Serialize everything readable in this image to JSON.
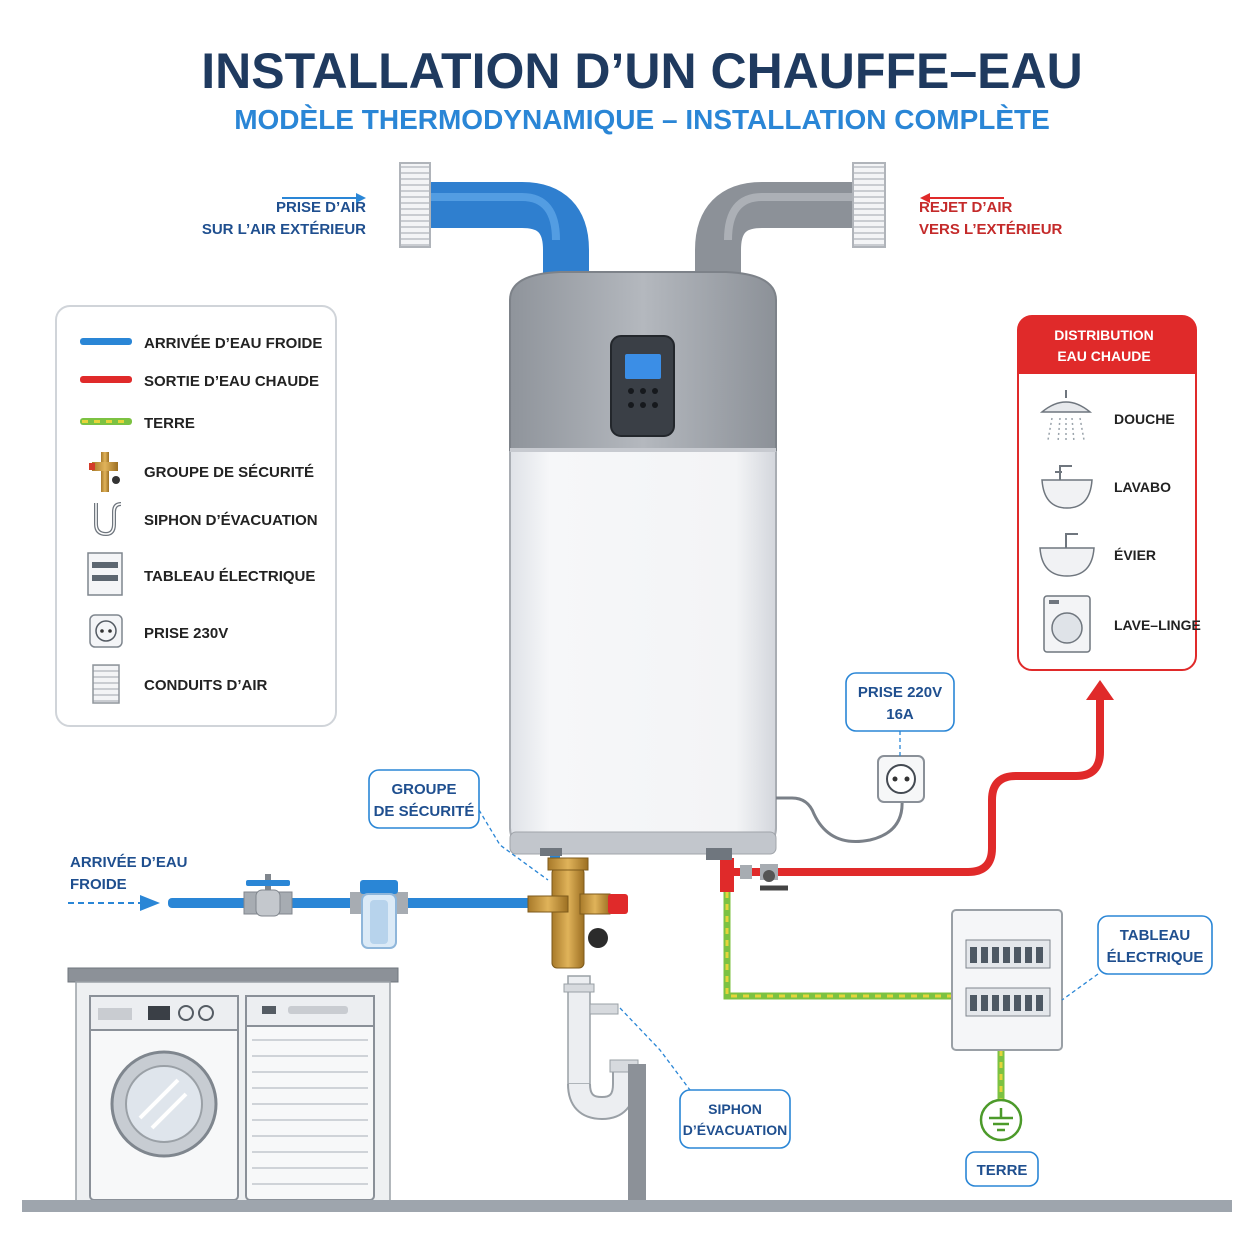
{
  "title": "INSTALLATION D’UN CHAUFFE–EAU",
  "subtitle": "MODÈLE THERMODYNAMIQUE – INSTALLATION COMPLÈTE",
  "air_intake": {
    "line1": "PRISE D’AIR",
    "line2": "SUR L’AIR EXTÉRIEUR"
  },
  "air_exhaust": {
    "line1": "REJET D’AIR",
    "line2": "VERS L’EXTÉRIEUR"
  },
  "legend": {
    "items": [
      {
        "label": "ARRIVÉE D’EAU FROIDE",
        "icon": "blue-line-icon"
      },
      {
        "label": "SORTIE D’EAU CHAUDE",
        "icon": "red-line-icon"
      },
      {
        "label": "TERRE",
        "icon": "green-yellow-line-icon"
      },
      {
        "label": "GROUPE DE SÉCURITÉ",
        "icon": "safety-group-icon"
      },
      {
        "label": "SIPHON D’ÉVACUATION",
        "icon": "siphon-icon"
      },
      {
        "label": "TABLEAU ÉLECTRIQUE",
        "icon": "electrical-panel-icon"
      },
      {
        "label": "PRISE 230V",
        "icon": "socket-icon"
      },
      {
        "label": "CONDUITS D’AIR",
        "icon": "air-vent-icon"
      }
    ]
  },
  "distribution": {
    "title_line1": "DISTRIBUTION",
    "title_line2": "EAU CHAUDE",
    "items": [
      {
        "label": "DOUCHE",
        "icon": "shower-icon"
      },
      {
        "label": "LAVABO",
        "icon": "washbasin-icon"
      },
      {
        "label": "ÉVIER",
        "icon": "sink-icon"
      },
      {
        "label": "LAVE–LINGE",
        "icon": "washing-machine-icon"
      }
    ]
  },
  "callouts": {
    "socket": {
      "line1": "PRISE 220V",
      "line2": "16A"
    },
    "safety_group": {
      "line1": "GROUPE",
      "line2": "DE SÉCURITÉ"
    },
    "cold_water": {
      "line1": "ARRIVÉE D’EAU",
      "line2": "FROIDE"
    },
    "panel": {
      "line1": "TABLEAU",
      "line2": "ÉLECTRIQUE"
    },
    "siphon": {
      "line1": "SIPHON",
      "line2": "D’ÉVACUATION"
    },
    "earth": {
      "label": "TERRE"
    }
  },
  "colors": {
    "navy": "#1f3a5f",
    "blue": "#2a86d6",
    "red": "#e02a2a",
    "green": "#7cc242",
    "yellow": "#e6d43a",
    "gray_pipe": "#9aa0a6"
  }
}
